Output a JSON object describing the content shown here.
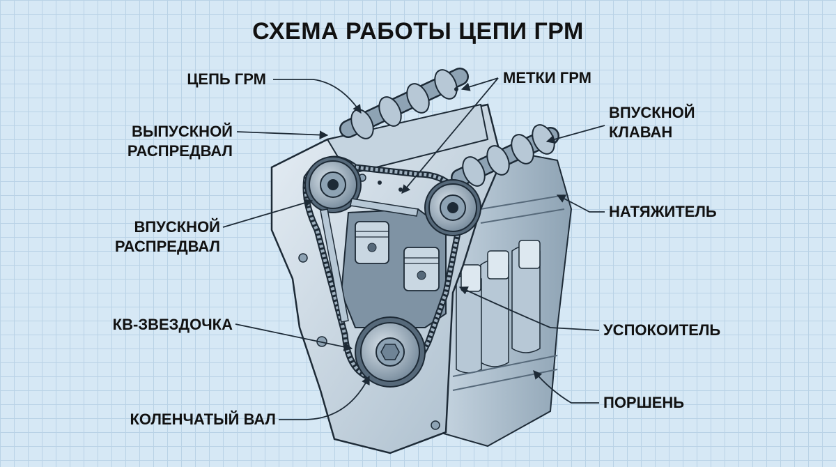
{
  "title": "СХЕМА РАБОТЫ ЦЕПИ ГРМ",
  "labels": {
    "timing_chain": "ЦЕПЬ ГРМ",
    "exhaust_camshaft_line1": "ВЫПУСКНОЙ",
    "exhaust_camshaft_line2": "РАСПРЕДВАЛ",
    "intake_camshaft_line1": "ВПУСКНОЙ",
    "intake_camshaft_line2": "РАСПРЕДВАЛ",
    "crank_sprocket": "КВ-ЗВЕЗДОЧКА",
    "crankshaft": "КОЛЕНЧАТЫЙ ВАЛ",
    "timing_marks": "МЕТКИ ГРМ",
    "intake_valve_line1": "ВПУСКНОЙ",
    "intake_valve_line2": "КЛАВАН",
    "tensioner": "НАТЯЖИТЕЛЬ",
    "damper": "УСПОКОИТЕЛЬ",
    "piston": "ПОРШЕНЬ"
  },
  "colors": {
    "background": "#d6e8f5",
    "grid": "#b9d2e6",
    "metal_light": "#dde8f0",
    "metal_mid": "#a9bccb",
    "metal_dark": "#6f8496",
    "outline": "#1d2a36"
  }
}
